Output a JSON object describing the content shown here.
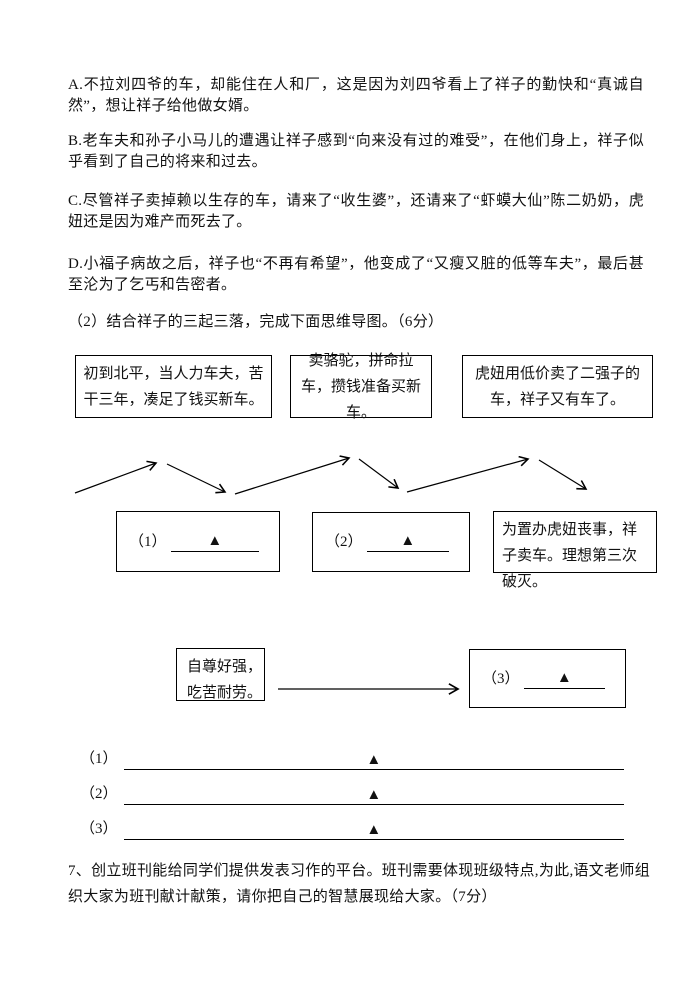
{
  "colors": {
    "ink": "#000000",
    "paper": "#ffffff"
  },
  "paragraphs": {
    "option_a": "A.不拉刘四爷的车，却能住在人和厂，这是因为刘四爷看上了祥子的勤快和“真诚自然”，想让祥子给他做女婿。",
    "option_b": "B.老车夫和孙子小马儿的遭遇让祥子感到“向来没有过的难受”，在他们身上，祥子似乎看到了自己的将来和过去。",
    "option_c": "C.尽管祥子卖掉赖以生存的车，请来了“收生婆”，还请来了“虾蟆大仙”陈二奶奶，虎妞还是因为难产而死去了。",
    "option_d": "D.小福子病故之后，祥子也“不再有希望”，他变成了“又瘦又脏的低等车夫”，最后甚至沦为了乞丐和告密者。",
    "question2": "（2）结合祥子的三起三落，完成下面思维导图。（6分）",
    "question7": "7、创立班刊能给同学们提供发表习作的平台。班刊需要体现班级特点,为此,语文老师组织大家为班刊献计献策，请你把自己的智慧展现给大家。（7分）"
  },
  "diagram": {
    "top_boxes": [
      "初到北平，当人力车夫，苦干三年，凑足了钱买新车。",
      "卖骆驼，拼命拉车，攒钱准备买新车。",
      "虎妞用低价卖了二强子的车，祥子又有车了。"
    ],
    "blank_labels": [
      "（1）",
      "（2）",
      "（3）"
    ],
    "marker": "▲",
    "fall3_box": "为置办虎妞丧事，祥子卖车。理想第三次破灭。",
    "trait_line1": "自尊好强，",
    "trait_line2": "吃苦耐劳。",
    "answer_labels": [
      "（1）",
      "（2）",
      "（3）"
    ]
  }
}
